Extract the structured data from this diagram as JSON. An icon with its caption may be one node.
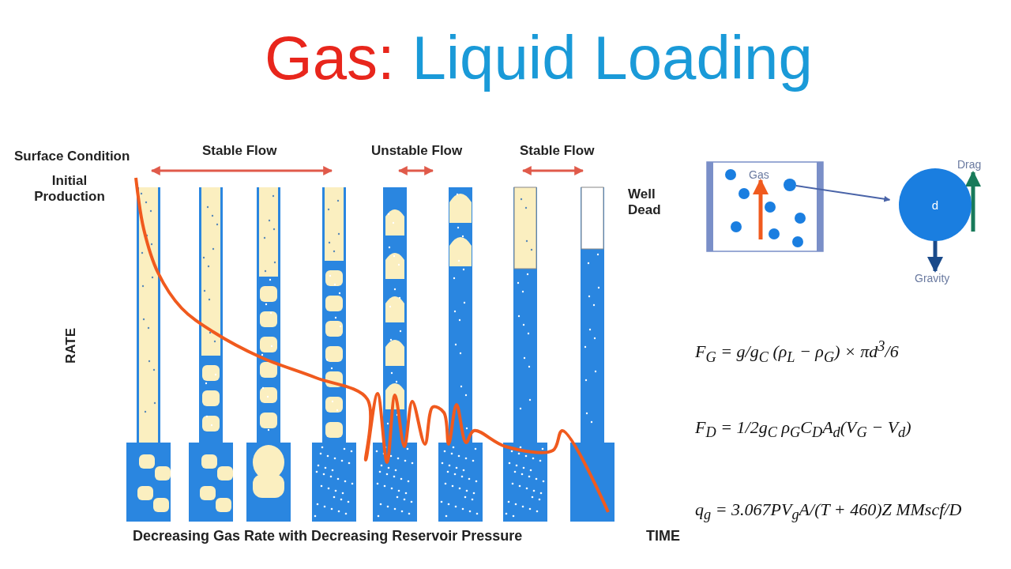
{
  "diagram": {
    "title": "Gas: Liquid Loading",
    "nodes": [
      {
        "text": [],
        "shape": "circle"
      },
      {
        "text": [
          "d"
        ]
      }
    ],
    "edges": [
      {
        "from": 0,
        "to": 1,
        "arrow": "to"
      }
    ],
    "labels": [
      "Surface Condition",
      "Stable Flow",
      "Unstable Flow",
      "Stable Flow",
      "Initial Production",
      "Well Dead",
      "RATE",
      "Decreasing Gas Rate with Decreasing Reservoir Pressure",
      "TIME",
      "Gas",
      "Drag",
      "Gravity",
      "F$_{G}$ = g/g$_{C}$ (ρ$_{L}$ − ρ$_{G}$) × πd$^{3}$/6",
      "F$_{D}$ = 1/2g$_{C}$ ρ$_{G}$C$_{D}$A$_{d}$(V$_{G}$ − V$_{d}$)",
      "q$_{g}$ = 3.067PV$_{g}$A/(T + 460)Z MMscf/D"
    ]
  }
}
